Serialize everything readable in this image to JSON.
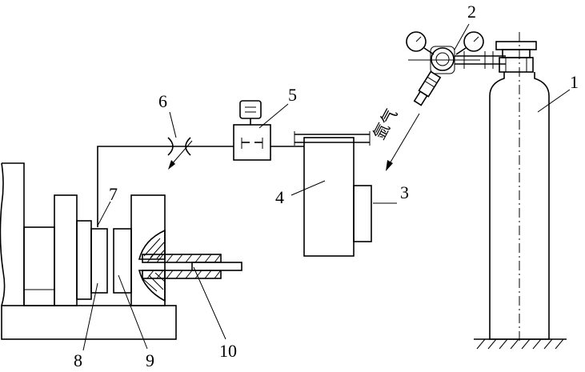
{
  "diagram": {
    "labels": {
      "l1": "1",
      "l2": "2",
      "l3": "3",
      "l4": "4",
      "l5": "5",
      "l6": "6",
      "l7": "7",
      "l8": "8",
      "l9": "9",
      "l10": "10"
    },
    "gas_label": "氩气"
  }
}
